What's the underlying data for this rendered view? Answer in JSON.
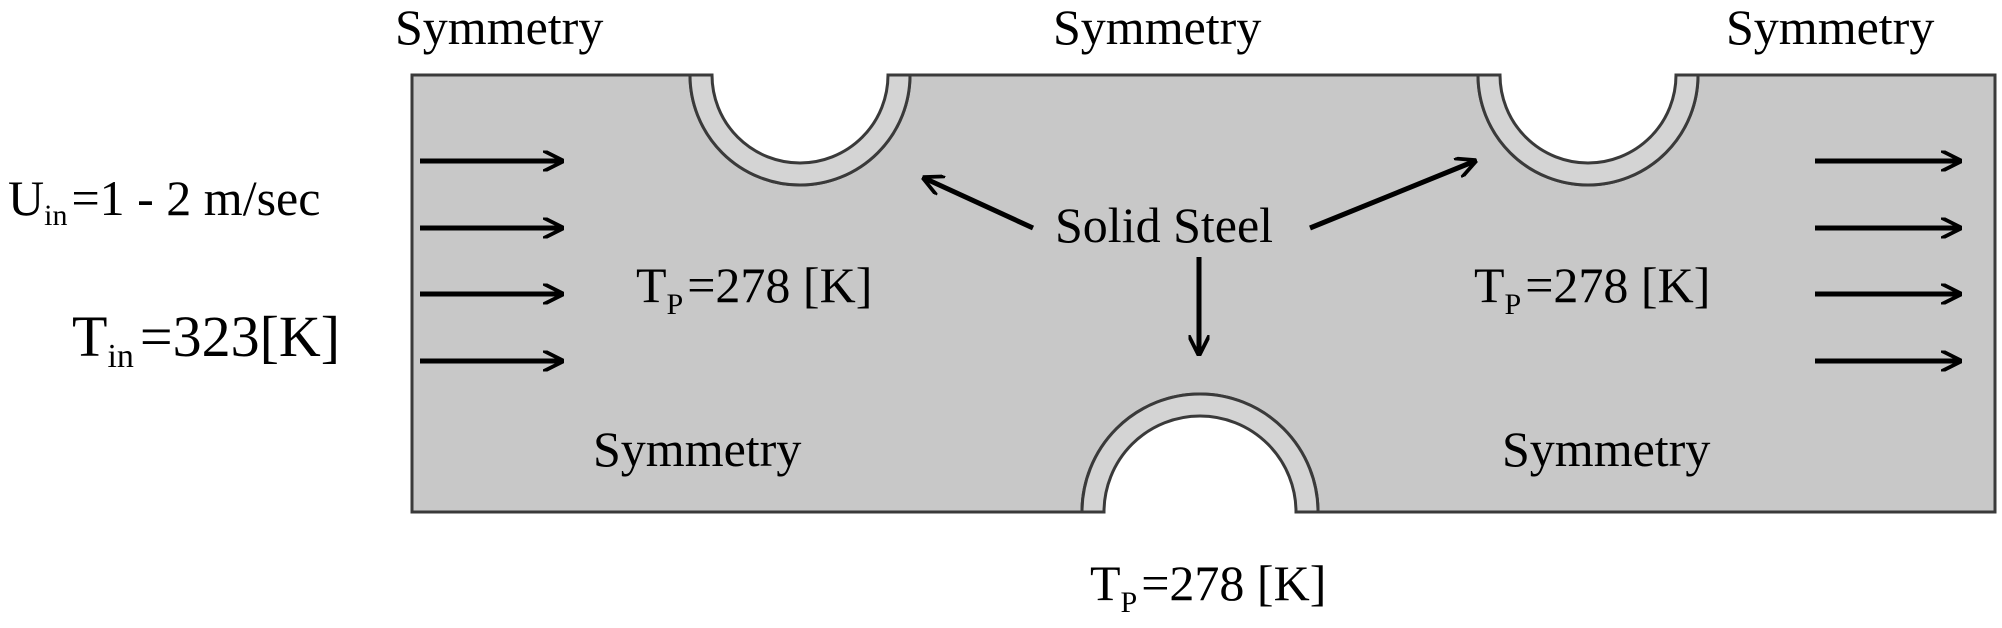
{
  "labels": {
    "symmetry_top_left": "Symmetry",
    "symmetry_top_center": "Symmetry",
    "symmetry_top_right": "Symmetry",
    "symmetry_bottom_left": "Symmetry",
    "symmetry_bottom_right": "Symmetry",
    "solid_steel": "Solid Steel"
  },
  "inlet": {
    "velocity": {
      "symbol": "U",
      "subscript": "in",
      "value": "=1 - 2 m/sec"
    },
    "temperature": {
      "symbol": "T",
      "subscript": "in",
      "value": "=323[K]"
    }
  },
  "pipe_temps": {
    "left": {
      "symbol": "T",
      "subscript": "P",
      "value": "=278 [K]"
    },
    "right": {
      "symbol": "T",
      "subscript": "P",
      "value": "=278 [K]"
    },
    "bottom": {
      "symbol": "T",
      "subscript": "P",
      "value": "=278 [K]"
    }
  },
  "colors": {
    "fluid_domain": "#c8c8c8",
    "outline": "#3a3a3a",
    "text": "#000000"
  }
}
